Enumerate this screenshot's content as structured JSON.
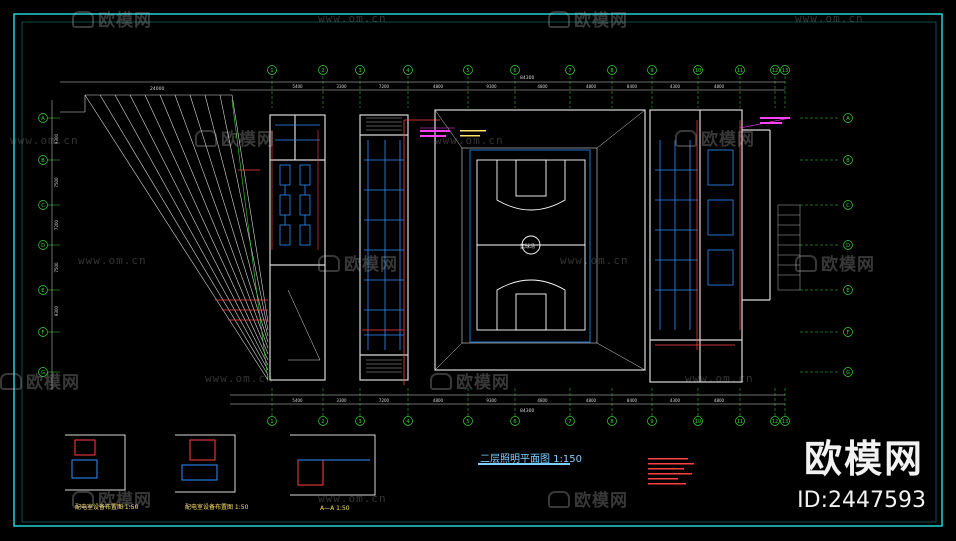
{
  "drawing": {
    "title": "二层照明平面图 1:150",
    "detail_titles": [
      "配电室设备布置图 1:50",
      "配电室设备布置图 1:50",
      "A—A 1:50"
    ],
    "dim_total": "84300",
    "dims_top": [
      "5400",
      "3300",
      "7200",
      "4800",
      "9300",
      "4800",
      "4800",
      "8400",
      "4300",
      "4800"
    ],
    "col_labels": [
      "1",
      "2",
      "3",
      "4",
      "5",
      "6",
      "7",
      "8",
      "9",
      "10",
      "11",
      "12",
      "13"
    ],
    "row_labels": [
      "A",
      "B",
      "C",
      "D",
      "E",
      "F",
      "G"
    ],
    "court_label": "篮球场",
    "side_dim": "24000",
    "left_dims": [
      "9300",
      "7500",
      "7200",
      "7500",
      "9300"
    ],
    "notes_count": 6
  },
  "watermark": {
    "brand": "欧模网",
    "url": "www.om.cn",
    "id": "ID:2447593"
  },
  "colors": {
    "background": "#000000",
    "frame": "#1fd3d3",
    "wall": "#d9d9d9",
    "axis": "#39d639",
    "equipment": "#2f8fff",
    "wiring": "#ff4040",
    "text": "#ffe066",
    "annotation": "#ff40ff"
  }
}
